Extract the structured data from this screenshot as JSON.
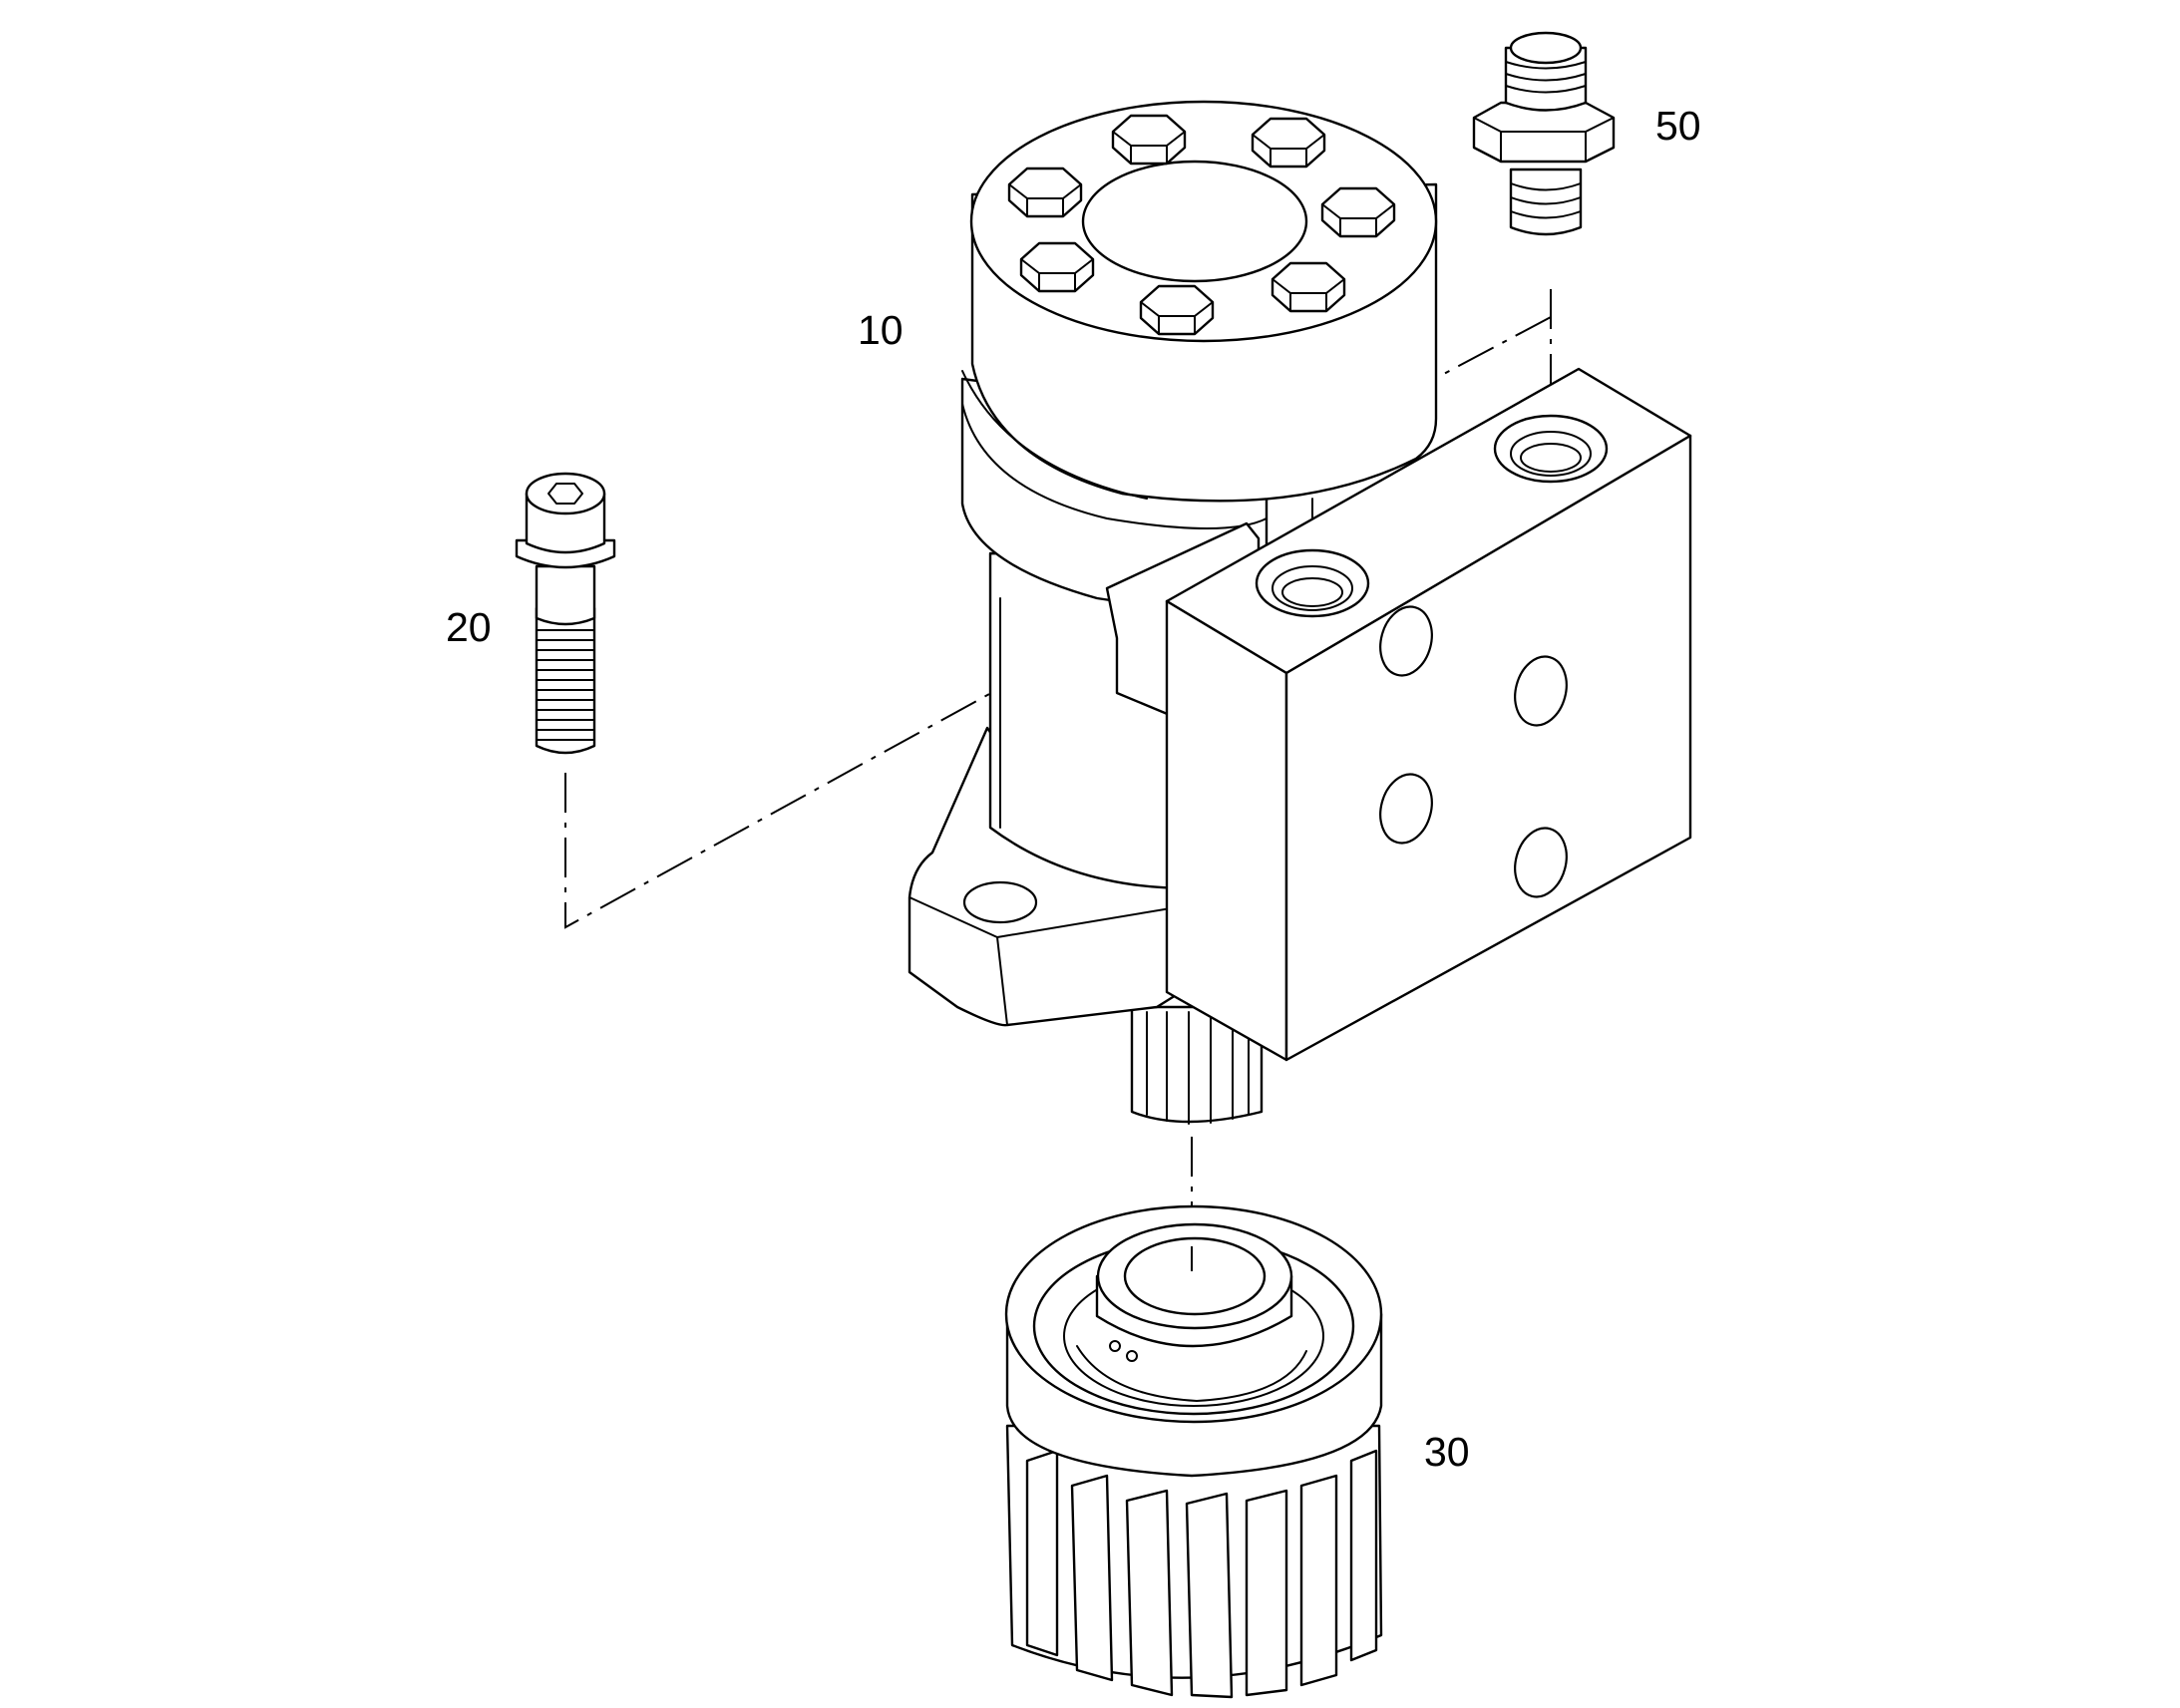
{
  "diagram": {
    "background_color": "#ffffff",
    "line_color": "#000000",
    "callouts": [
      {
        "id": "10",
        "label": "10",
        "refers_to": "hydraulic-motor"
      },
      {
        "id": "20",
        "label": "20",
        "refers_to": "socket-head-bolt"
      },
      {
        "id": "30",
        "label": "30",
        "refers_to": "pinion-gear-with-bearing"
      },
      {
        "id": "50",
        "label": "50",
        "refers_to": "hydraulic-fitting"
      }
    ]
  }
}
